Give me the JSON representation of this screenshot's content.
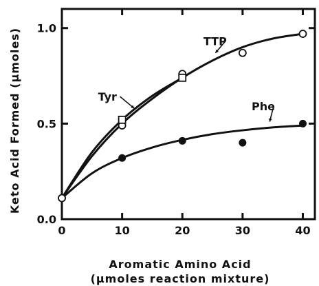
{
  "chart_data": {
    "type": "scatter",
    "title": "",
    "xlabel_line1": "Aromatic Amino Acid",
    "xlabel_line2": "(μmoles reaction mixture)",
    "ylabel": "Keto Acid Formed (μmoles)",
    "xlim": [
      0,
      42
    ],
    "ylim": [
      0,
      1.1
    ],
    "x_ticks": [
      0,
      10,
      20,
      30,
      40
    ],
    "x_tick_labels": [
      "0",
      "10",
      "20",
      "30",
      "40"
    ],
    "y_ticks": [
      0,
      0.5,
      1.0
    ],
    "y_tick_labels": [
      "0.0",
      "0.5",
      "1.0"
    ],
    "grid": false,
    "series": [
      {
        "name": "TTP",
        "marker": "open-circle",
        "points": [
          [
            0,
            0.11
          ],
          [
            10,
            0.49
          ],
          [
            20,
            0.76
          ],
          [
            30,
            0.87
          ],
          [
            40,
            0.97
          ]
        ],
        "curve": [
          [
            0,
            0.11
          ],
          [
            5,
            0.33
          ],
          [
            10,
            0.5
          ],
          [
            15,
            0.63
          ],
          [
            20,
            0.74
          ],
          [
            25,
            0.83
          ],
          [
            30,
            0.9
          ],
          [
            35,
            0.945
          ],
          [
            40,
            0.97
          ]
        ]
      },
      {
        "name": "Tyr",
        "marker": "open-square",
        "points": [
          [
            10,
            0.52
          ],
          [
            20,
            0.74
          ]
        ],
        "curve": [
          [
            0,
            0.11
          ],
          [
            5,
            0.35
          ],
          [
            10,
            0.52
          ],
          [
            15,
            0.645
          ],
          [
            20,
            0.74
          ]
        ]
      },
      {
        "name": "Phe",
        "marker": "filled-circle",
        "points": [
          [
            10,
            0.32
          ],
          [
            20,
            0.41
          ],
          [
            30,
            0.4
          ],
          [
            40,
            0.5
          ]
        ],
        "curve": [
          [
            0,
            0.11
          ],
          [
            5,
            0.24
          ],
          [
            10,
            0.32
          ],
          [
            15,
            0.375
          ],
          [
            20,
            0.415
          ],
          [
            25,
            0.445
          ],
          [
            30,
            0.465
          ],
          [
            35,
            0.48
          ],
          [
            40,
            0.49
          ]
        ]
      }
    ],
    "annotations": [
      {
        "text": "TTP",
        "x": 23.5,
        "y": 0.91,
        "arrow_to_x": 25.5,
        "arrow_to_y": 0.87
      },
      {
        "text": "Tyr",
        "x": 6,
        "y": 0.62,
        "arrow_to_x": 12,
        "arrow_to_y": 0.58
      },
      {
        "text": "Phe",
        "x": 31.5,
        "y": 0.57,
        "arrow_to_x": 34.5,
        "arrow_to_y": 0.51
      }
    ]
  }
}
